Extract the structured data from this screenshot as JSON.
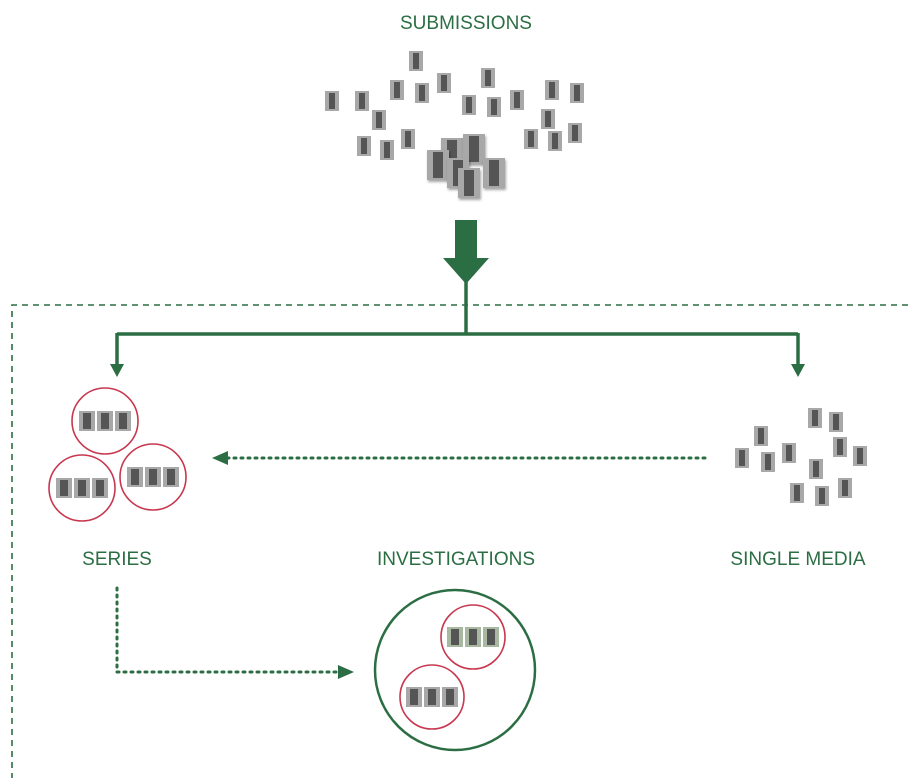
{
  "labels": {
    "submissions": "SUBMISSIONS",
    "series": "SERIES",
    "investigations": "INVESTIGATIONS",
    "single_media": "SINGLE MEDIA"
  },
  "colors": {
    "green": "#2c6e43",
    "red": "#c7384f",
    "tile_outer": "#a8a8a8",
    "tile_inner": "#555555",
    "tile_outer_green": "#a9b8a1",
    "dashed": "#2c6e43"
  },
  "icons": {
    "media_tile": "media-item-icon",
    "arrow": "arrow-icon",
    "series_circle": "series-circle-icon",
    "investigation_circle": "investigation-circle-icon"
  }
}
